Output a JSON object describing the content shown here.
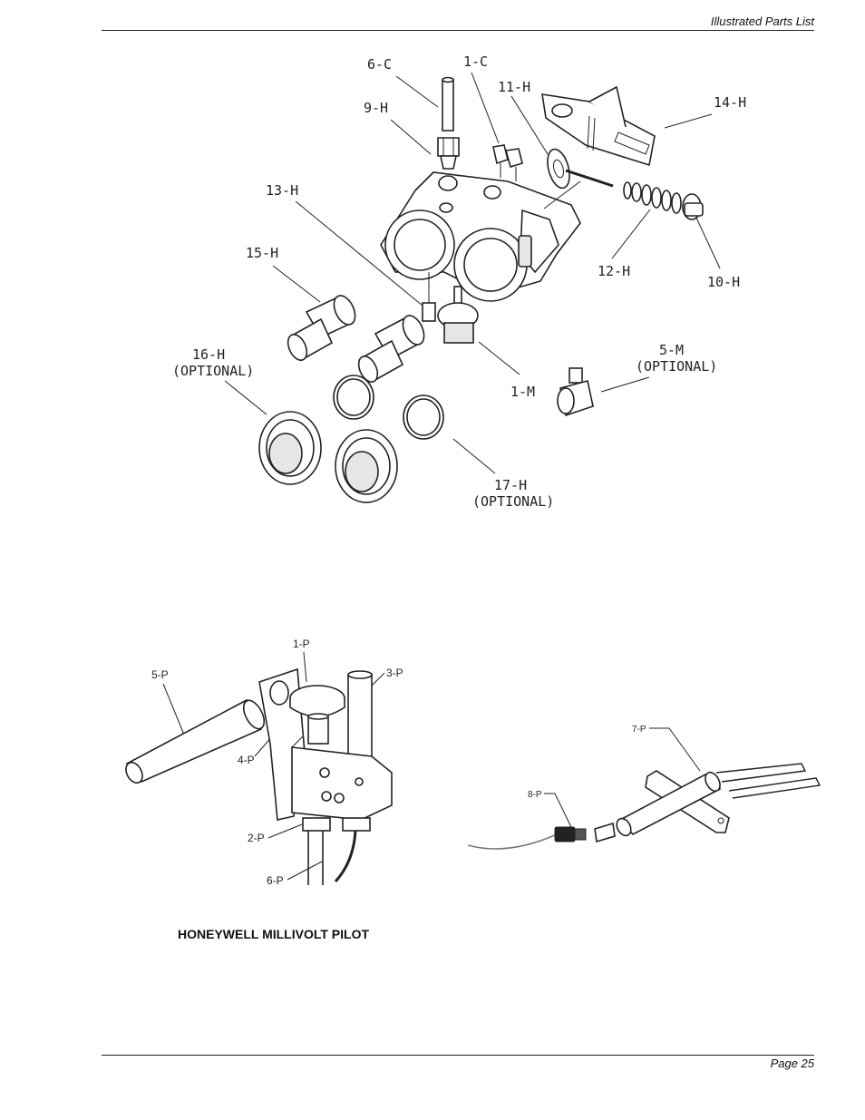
{
  "header": {
    "title": "Illustrated Parts List"
  },
  "footer": {
    "page": "Page 25"
  },
  "figure_valve": {
    "labels": {
      "l_6c": "6-C",
      "l_1c": "1-C",
      "l_11h": "11-H",
      "l_9h": "9-H",
      "l_14h": "14-H",
      "l_13h": "13-H",
      "l_15h": "15-H",
      "l_12h": "12-H",
      "l_10h": "10-H",
      "l_16h": "16-H",
      "l_16h_opt": "(OPTIONAL)",
      "l_5m": "5-M",
      "l_5m_opt": "(OPTIONAL)",
      "l_1m": "1-M",
      "l_17h": "17-H",
      "l_17h_opt": "(OPTIONAL)"
    }
  },
  "figure_pilot": {
    "labels": {
      "l_1p": "1-P",
      "l_5p": "5-P",
      "l_3p": "3-P",
      "l_4p": "4-P",
      "l_2p": "2-P",
      "l_6p": "6-P",
      "l_7p": "7-P",
      "l_8p": "8-P"
    },
    "caption": "HONEYWELL MILLIVOLT PILOT"
  }
}
